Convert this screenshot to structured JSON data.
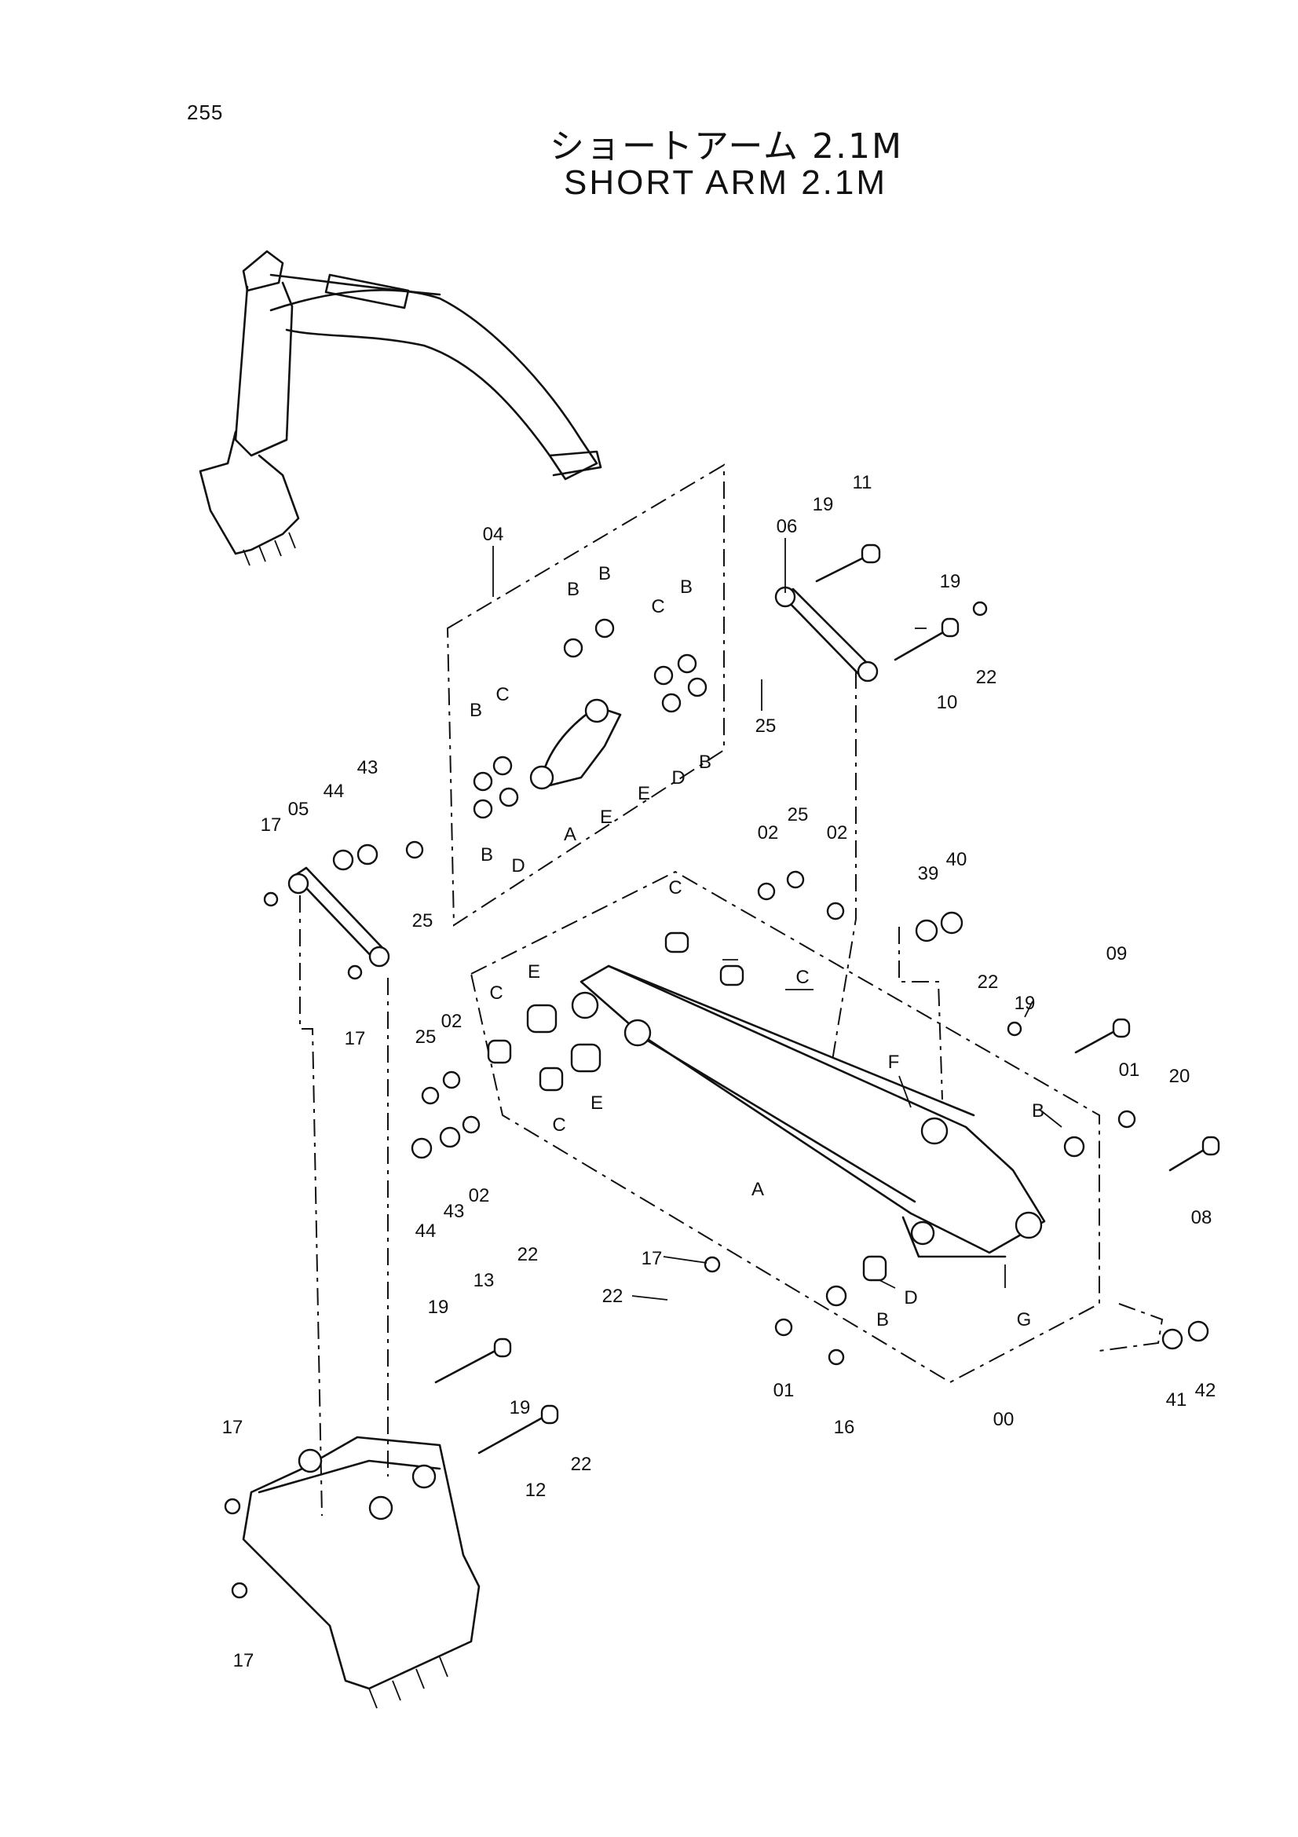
{
  "page_number": "255",
  "title_jp": "ショートアーム 2.1M",
  "title_en": "SHORT ARM 2.1M",
  "callouts": [
    {
      "id": "c04",
      "text": "04"
    },
    {
      "id": "c06",
      "text": "06"
    },
    {
      "id": "c11",
      "text": "11"
    },
    {
      "id": "c19a",
      "text": "19"
    },
    {
      "id": "c19b",
      "text": "19"
    },
    {
      "id": "c22a",
      "text": "22"
    },
    {
      "id": "c10",
      "text": "10"
    },
    {
      "id": "c25a",
      "text": "25"
    },
    {
      "id": "cBa",
      "text": "B"
    },
    {
      "id": "cBb",
      "text": "B"
    },
    {
      "id": "cBc",
      "text": "B"
    },
    {
      "id": "cCa",
      "text": "C"
    },
    {
      "id": "cBd",
      "text": "B"
    },
    {
      "id": "cCb",
      "text": "C"
    },
    {
      "id": "cDa",
      "text": "D"
    },
    {
      "id": "cBe",
      "text": "B"
    },
    {
      "id": "cEa",
      "text": "E"
    },
    {
      "id": "cEb",
      "text": "E"
    },
    {
      "id": "cAa",
      "text": "A"
    },
    {
      "id": "cBf",
      "text": "B"
    },
    {
      "id": "cDb",
      "text": "D"
    },
    {
      "id": "c43a",
      "text": "43"
    },
    {
      "id": "c44a",
      "text": "44"
    },
    {
      "id": "c05",
      "text": "05"
    },
    {
      "id": "c17a",
      "text": "17"
    },
    {
      "id": "c25b",
      "text": "25"
    },
    {
      "id": "c17b",
      "text": "17"
    },
    {
      "id": "c02a",
      "text": "02"
    },
    {
      "id": "c25c",
      "text": "25"
    },
    {
      "id": "c02b",
      "text": "02"
    },
    {
      "id": "cCc",
      "text": "C"
    },
    {
      "id": "cCd",
      "text": "C"
    },
    {
      "id": "c39",
      "text": "39"
    },
    {
      "id": "c40",
      "text": "40"
    },
    {
      "id": "cEc",
      "text": "E"
    },
    {
      "id": "cCe",
      "text": "C"
    },
    {
      "id": "c02c",
      "text": "02"
    },
    {
      "id": "c25d",
      "text": "25"
    },
    {
      "id": "cEd",
      "text": "E"
    },
    {
      "id": "cCf",
      "text": "C"
    },
    {
      "id": "c44b",
      "text": "44"
    },
    {
      "id": "c43b",
      "text": "43"
    },
    {
      "id": "c02d",
      "text": "02"
    },
    {
      "id": "c22b",
      "text": "22"
    },
    {
      "id": "c19c",
      "text": "19"
    },
    {
      "id": "c09",
      "text": "09"
    },
    {
      "id": "cF",
      "text": "F"
    },
    {
      "id": "cBg",
      "text": "B"
    },
    {
      "id": "c01a",
      "text": "01"
    },
    {
      "id": "c20",
      "text": "20"
    },
    {
      "id": "c08",
      "text": "08"
    },
    {
      "id": "cAb",
      "text": "A"
    },
    {
      "id": "c17c",
      "text": "17"
    },
    {
      "id": "c22c",
      "text": "22"
    },
    {
      "id": "cBh",
      "text": "B"
    },
    {
      "id": "cDc",
      "text": "D"
    },
    {
      "id": "cG",
      "text": "G"
    },
    {
      "id": "c01b",
      "text": "01"
    },
    {
      "id": "c16",
      "text": "16"
    },
    {
      "id": "c00",
      "text": "00"
    },
    {
      "id": "c41",
      "text": "41"
    },
    {
      "id": "c42",
      "text": "42"
    },
    {
      "id": "c19d",
      "text": "19"
    },
    {
      "id": "c13",
      "text": "13"
    },
    {
      "id": "c22d",
      "text": "22"
    },
    {
      "id": "c19e",
      "text": "19"
    },
    {
      "id": "c12",
      "text": "12"
    },
    {
      "id": "c22e",
      "text": "22"
    },
    {
      "id": "c17d",
      "text": "17"
    },
    {
      "id": "c17e",
      "text": "17"
    }
  ]
}
